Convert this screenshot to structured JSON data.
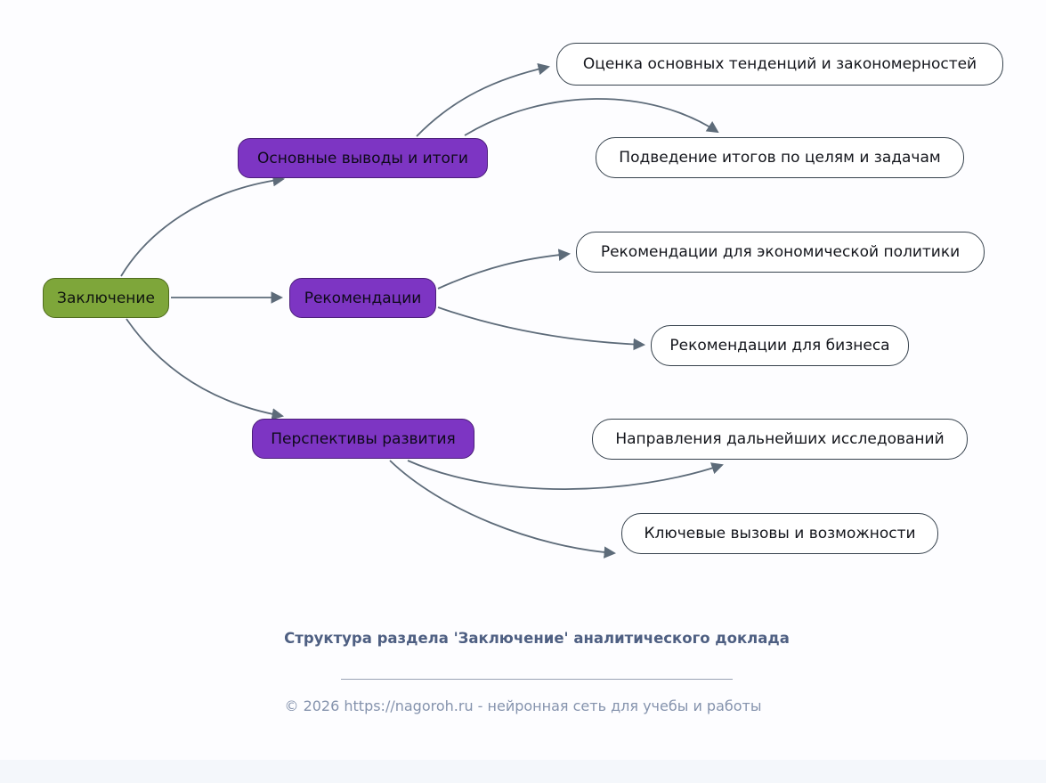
{
  "mindmap": {
    "root": {
      "label": "Заключение"
    },
    "branches": [
      {
        "label": "Основные выводы и итоги"
      },
      {
        "label": "Рекомендации"
      },
      {
        "label": "Перспективы развития"
      }
    ],
    "leaves": [
      {
        "label": "Оценка основных тенденций и закономерностей"
      },
      {
        "label": "Подведение итогов по целям и задачам"
      },
      {
        "label": "Рекомендации для экономической политики"
      },
      {
        "label": "Рекомендации для бизнеса"
      },
      {
        "label": "Направления дальнейших исследований"
      },
      {
        "label": "Ключевые вызовы и возможности"
      }
    ],
    "colors": {
      "root_fill": "#7ea63a",
      "root_border": "#4f6b1e",
      "branch_fill": "#7d35c3",
      "branch_border": "#4b1e79",
      "leaf_fill": "#ffffff",
      "leaf_border": "#36424d",
      "arrow": "#5d6b79"
    }
  },
  "caption": {
    "title": "Структура раздела 'Заключение' аналитического доклада",
    "copyright": "© 2026 https://nagoroh.ru - нейронная сеть для учебы и работы"
  }
}
